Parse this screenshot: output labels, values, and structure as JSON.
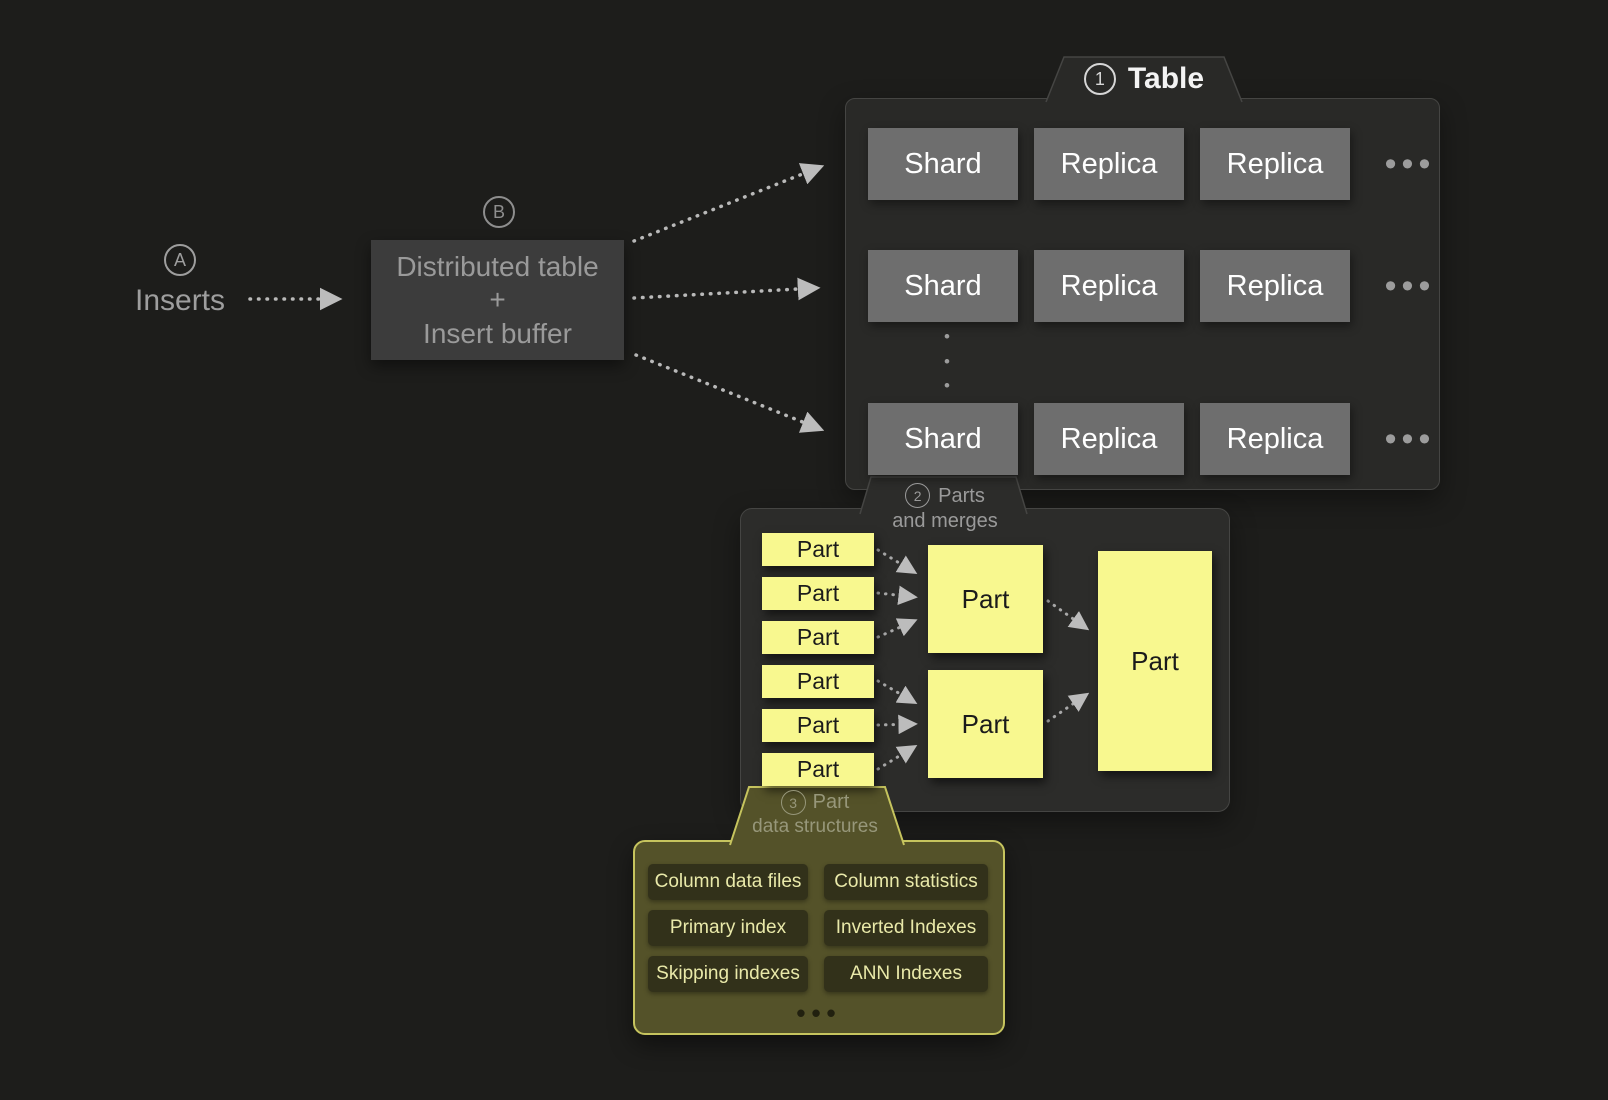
{
  "colors": {
    "background": "#1d1d1b",
    "panel_gray": "#292927",
    "panel_border": "#454543",
    "gray_box": "#6e6e6e",
    "dark_gray_box": "#3c3c3c",
    "muted_text": "#9a9a9a",
    "white_text": "#f3f3f3",
    "part_yellow": "#f8f88f",
    "olive_panel": "#545229",
    "olive_border": "#c6c45e",
    "olive_item_box": "#32311a",
    "olive_item_text": "#e9e9a9",
    "arrow": "#b9b9b9"
  },
  "inserts": {
    "badge": "A",
    "label": "Inserts"
  },
  "distributed": {
    "badge": "B",
    "lines": [
      "Distributed table",
      "+",
      "Insert buffer"
    ]
  },
  "table_panel": {
    "badge": "1",
    "title": "Table",
    "rows": [
      [
        "Shard",
        "Replica",
        "Replica"
      ],
      [
        "Shard",
        "Replica",
        "Replica"
      ],
      [
        "Shard",
        "Replica",
        "Replica"
      ]
    ],
    "row_ellipsis": "•••",
    "dot": "•"
  },
  "parts_panel": {
    "badge": "2",
    "title_line1": "Parts",
    "title_line2": "and merges",
    "source_parts": [
      "Part",
      "Part",
      "Part",
      "Part",
      "Part",
      "Part"
    ],
    "merged_parts": [
      "Part",
      "Part"
    ],
    "final_part": "Part"
  },
  "structures_panel": {
    "badge": "3",
    "title_line1": "Part",
    "title_line2": "data structures",
    "items": [
      "Column data files",
      "Column statistics",
      "Primary index",
      "Inverted Indexes",
      "Skipping indexes",
      "ANN Indexes"
    ],
    "ellipsis": "•••"
  }
}
